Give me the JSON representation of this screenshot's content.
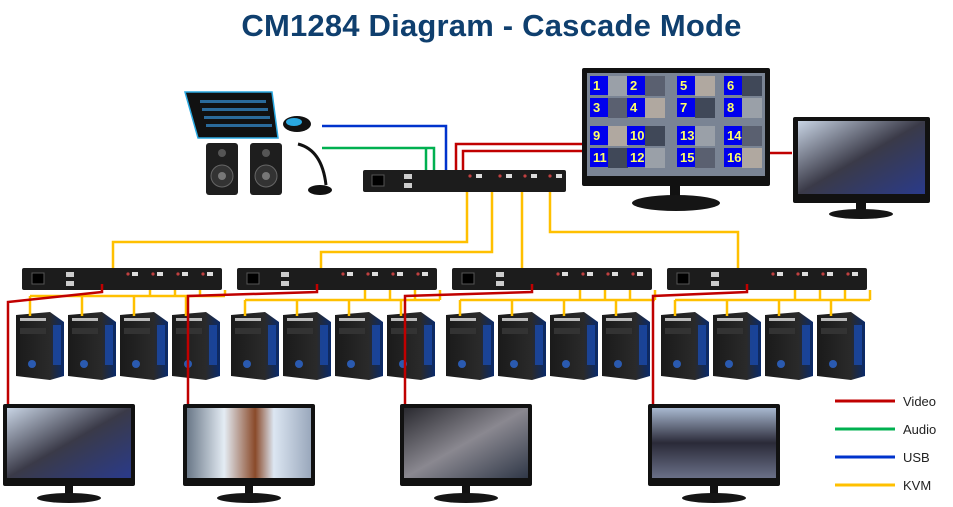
{
  "title": "CM1284 Diagram - Cascade Mode",
  "legend": [
    {
      "label": "Video",
      "color": "#c00000"
    },
    {
      "label": "Audio",
      "color": "#00b050"
    },
    {
      "label": "USB",
      "color": "#0033cc"
    },
    {
      "label": "KVM",
      "color": "#ffc000"
    }
  ],
  "devices": {
    "console": [
      "keyboard",
      "mouse",
      "speakers",
      "microphone"
    ],
    "master_switch": "CM1284 (master)",
    "quad_view_monitor_labels": [
      "1",
      "2",
      "5",
      "6",
      "3",
      "4",
      "7",
      "8",
      "9",
      "10",
      "13",
      "14",
      "11",
      "12",
      "15",
      "16"
    ],
    "secondary_monitor": "monitor",
    "slave_switches": [
      "CM1284 slave 1",
      "CM1284 slave 2",
      "CM1284 slave 3",
      "CM1284 slave 4"
    ],
    "computers_per_slave": 4,
    "slave_monitors": 4
  }
}
